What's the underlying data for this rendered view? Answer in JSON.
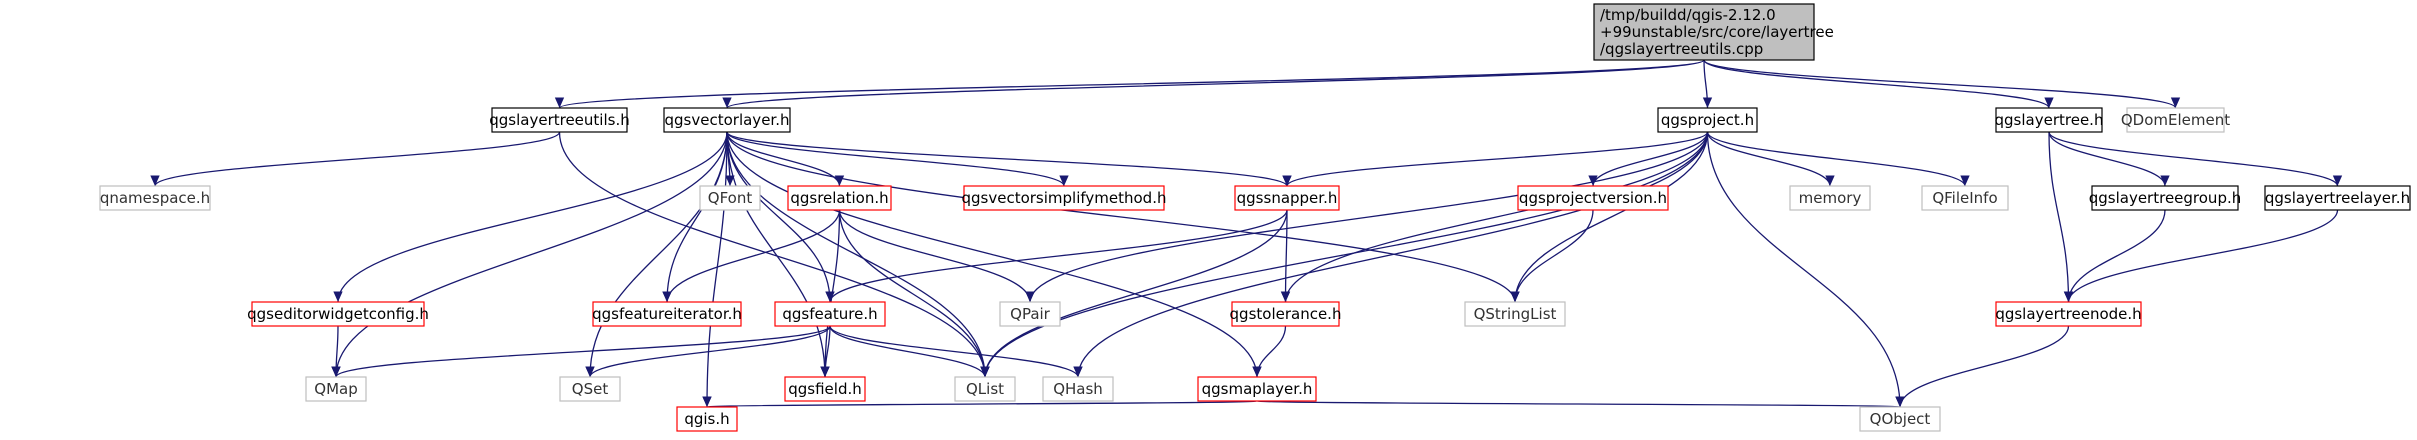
{
  "root_lines": [
    "/tmp/buildd/qgis-2.12.0",
    "+99unstable/src/core/layertree",
    "/qgslayertreeutils.cpp"
  ],
  "nodes": {
    "qgslayertreeutils": "qgslayertreeutils.h",
    "qgsvectorlayer": "qgsvectorlayer.h",
    "qgsproject": "qgsproject.h",
    "qgslayertree": "qgslayertree.h",
    "qdomelement": "QDomElement",
    "qnamespace": "qnamespace.h",
    "qfont": "QFont",
    "qgsrelation": "qgsrelation.h",
    "qgsvectorsimplifymethod": "qgsvectorsimplifymethod.h",
    "qgssnapper": "qgssnapper.h",
    "qgsprojectversion": "qgsprojectversion.h",
    "memory": "memory",
    "qfileinfo": "QFileInfo",
    "qgslayertreegroup": "qgslayertreegroup.h",
    "qgslayertreelayer": "qgslayertreelayer.h",
    "qgseditorwidgetconfig": "qgseditorwidgetconfig.h",
    "qgsfeatureiterator": "qgsfeatureiterator.h",
    "qgsfeature": "qgsfeature.h",
    "qpair": "QPair",
    "qgstolerance": "qgstolerance.h",
    "qstringlist": "QStringList",
    "qgslayertreenode": "qgslayertreenode.h",
    "qmap": "QMap",
    "qset": "QSet",
    "qgsfield": "qgsfield.h",
    "qlist": "QList",
    "qhash": "QHash",
    "qgsmaplayer": "qgsmaplayer.h",
    "qgis": "qgis.h",
    "qobject": "QObject"
  },
  "colors": {
    "edge": "#191970",
    "root_fill": "#bfbfbf",
    "border_documented": "#000000",
    "border_incomplete": "#ff0000",
    "border_external": "#bfbfbf"
  }
}
